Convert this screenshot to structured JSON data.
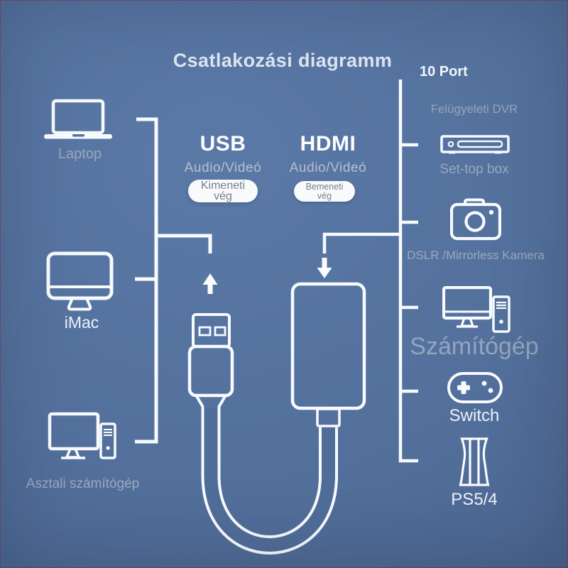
{
  "title": "Csatlakozási diagramm",
  "colors": {
    "background": "#52709c",
    "line_white": "#f8fbfd",
    "label_gray": "#9aa9bd",
    "pill_background": "#f8fafc",
    "pill_text": "#75808e"
  },
  "left_devices": [
    {
      "label": "Laptop",
      "icon": "laptop-icon"
    },
    {
      "label": "iMac",
      "icon": "imac-icon"
    },
    {
      "label": "Asztali számítógép",
      "icon": "desktop-computer-icon"
    }
  ],
  "usb": {
    "heading": "USB",
    "subheading": "Audio/Videó",
    "pill_label": "Kimeneti vég"
  },
  "hdmi": {
    "heading": "HDMI",
    "subheading": "Audio/Videó",
    "pill_label": "Bemeneti vég"
  },
  "right_panel": {
    "heading": "10 Port",
    "items": [
      {
        "label": "Felügyeleti DVR",
        "icon": ""
      },
      {
        "label": "Set-top box",
        "icon": "set-top-box-icon"
      },
      {
        "label": "DSLR /Mirrorless Kamera",
        "icon": "camera-icon"
      },
      {
        "label": "Számítógép",
        "icon": "computer-icon"
      },
      {
        "label": "Switch",
        "icon": "game-controller-icon"
      },
      {
        "label": "PS5/4",
        "icon": "ps5-console-icon"
      }
    ]
  },
  "adapter": {
    "description": "USB to HDMI capture adapter with cable",
    "usb_end": "USB connector",
    "hdmi_end": "HDMI capture device"
  }
}
